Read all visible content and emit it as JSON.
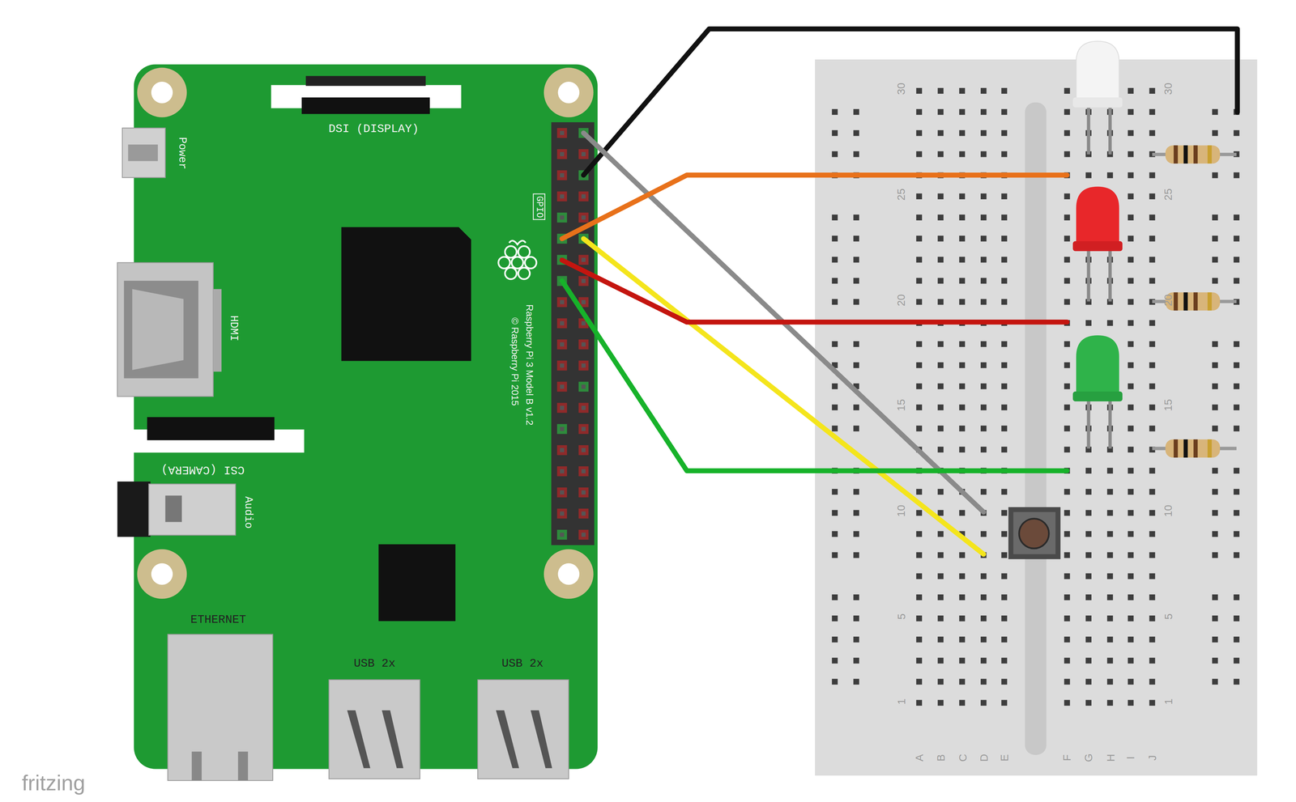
{
  "diagram": {
    "labels": [
      "DSI (DISPLAY)",
      "Power",
      "GPIO",
      "HDMI",
      "Raspberry Pi 3 Model B v1.2",
      "© Raspberry Pi 2015",
      "CSI (CAMERA)",
      "Audio",
      "ETHERNET",
      "USB 2x",
      "USB 2x",
      "30",
      "25",
      "20",
      "15",
      "10",
      "5",
      "1",
      "30",
      "25",
      "20",
      "15",
      "10",
      "5",
      "1",
      "A",
      "B",
      "C",
      "D",
      "E",
      "F",
      "G",
      "H",
      "I",
      "J",
      "fritzing"
    ]
  }
}
